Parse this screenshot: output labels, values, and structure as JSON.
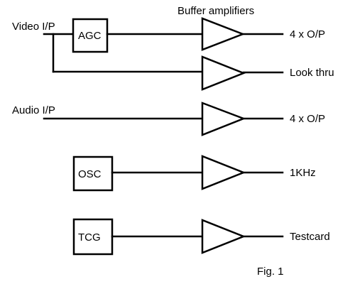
{
  "diagram": {
    "heading": "Buffer amplifiers",
    "inputs": {
      "video": "Video I/P",
      "audio": "Audio I/P"
    },
    "blocks": {
      "agc": "AGC",
      "osc": "OSC",
      "tcg": "TCG"
    },
    "outputs": {
      "video_out": "4 x O/P",
      "look_thru": "Look thru",
      "audio_out": "4 x O/P",
      "osc_out": "1KHz",
      "tcg_out": "Testcard"
    },
    "caption": "Fig. 1"
  }
}
